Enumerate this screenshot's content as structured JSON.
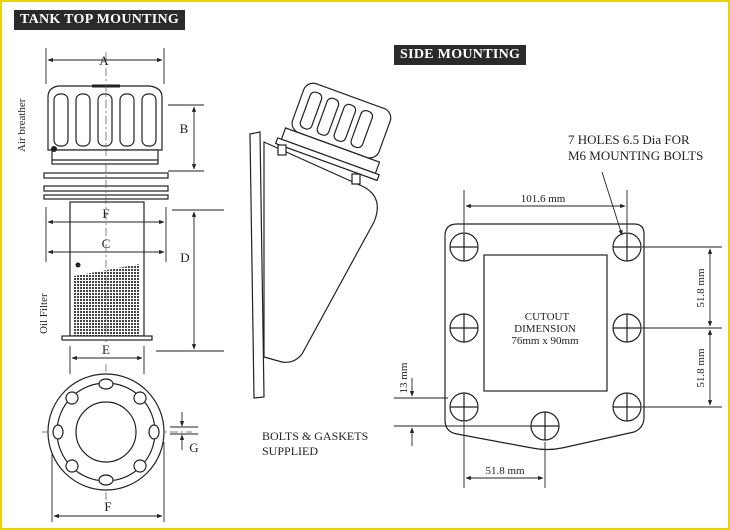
{
  "titles": {
    "tank_top": "TANK TOP MOUNTING",
    "side": "SIDE MOUNTING"
  },
  "labels": {
    "A": "A",
    "B": "B",
    "C": "C",
    "D": "D",
    "E": "E",
    "F_top": "F",
    "F_bottom": "F",
    "G": "G",
    "air_breather": "Air breather",
    "oil_filter": "Oil Filter",
    "bolts_line1": "BOLTS & GASKETS",
    "bolts_line2": "SUPPLIED",
    "holes_line1": "7 HOLES 6.5 Dia FOR",
    "holes_line2": "M6 MOUNTING BOLTS",
    "cutout_line1": "CUTOUT",
    "cutout_line2": "DIMENSION",
    "cutout_line3": "76mm x 90mm",
    "dim_top": "101.6 mm",
    "dim_right_upper": "51.8 mm",
    "dim_right_lower": "51.8 mm",
    "dim_left": "13 mm",
    "dim_bottom": "51.8 mm"
  }
}
